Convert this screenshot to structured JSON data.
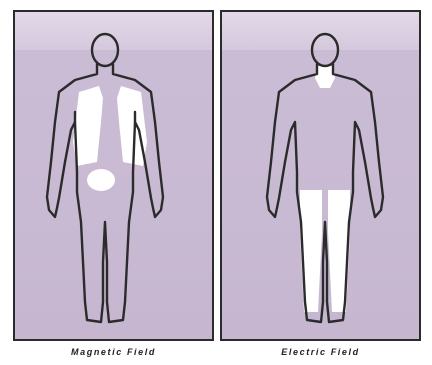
{
  "panels": [
    {
      "id": "magnetic",
      "caption": "Magnetic Field",
      "exposure_regions": [
        "chest-left",
        "chest-right",
        "pelvis"
      ],
      "highlight_color": "#ffffff",
      "background_color": "#c9bad3",
      "outline_color": "#2b2b2b"
    },
    {
      "id": "electric",
      "caption": "Electric Field",
      "exposure_regions": [
        "neck",
        "left-leg",
        "right-leg"
      ],
      "highlight_color": "#ffffff",
      "background_color": "#c9bad3",
      "outline_color": "#2b2b2b"
    }
  ]
}
